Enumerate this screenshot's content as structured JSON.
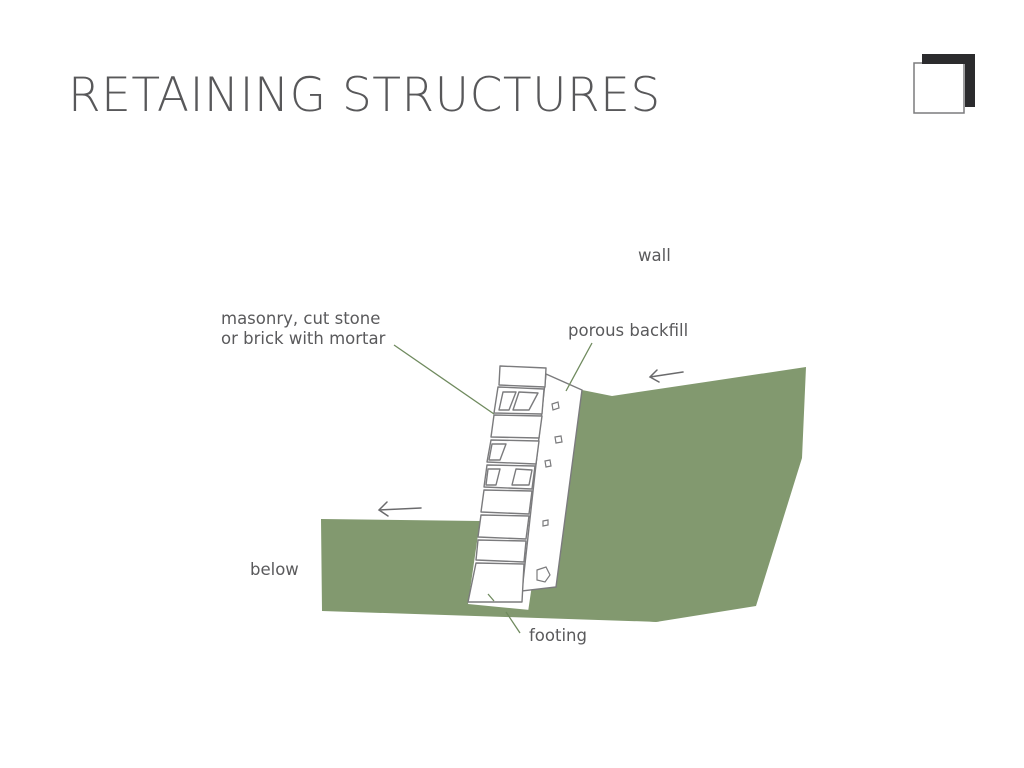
{
  "title": "RETAINING STRUCTURES",
  "labels": {
    "wall": "wall",
    "masonry_line1": "masonry, cut stone",
    "masonry_line2": "or brick with mortar",
    "porous_backfill": "porous backfill",
    "below": "below",
    "footing": "footing"
  },
  "colors": {
    "soil": "#82996f",
    "stone_outline": "#7b7b7d",
    "text": "#58585a",
    "corner_dark": "#2b2b2d"
  }
}
